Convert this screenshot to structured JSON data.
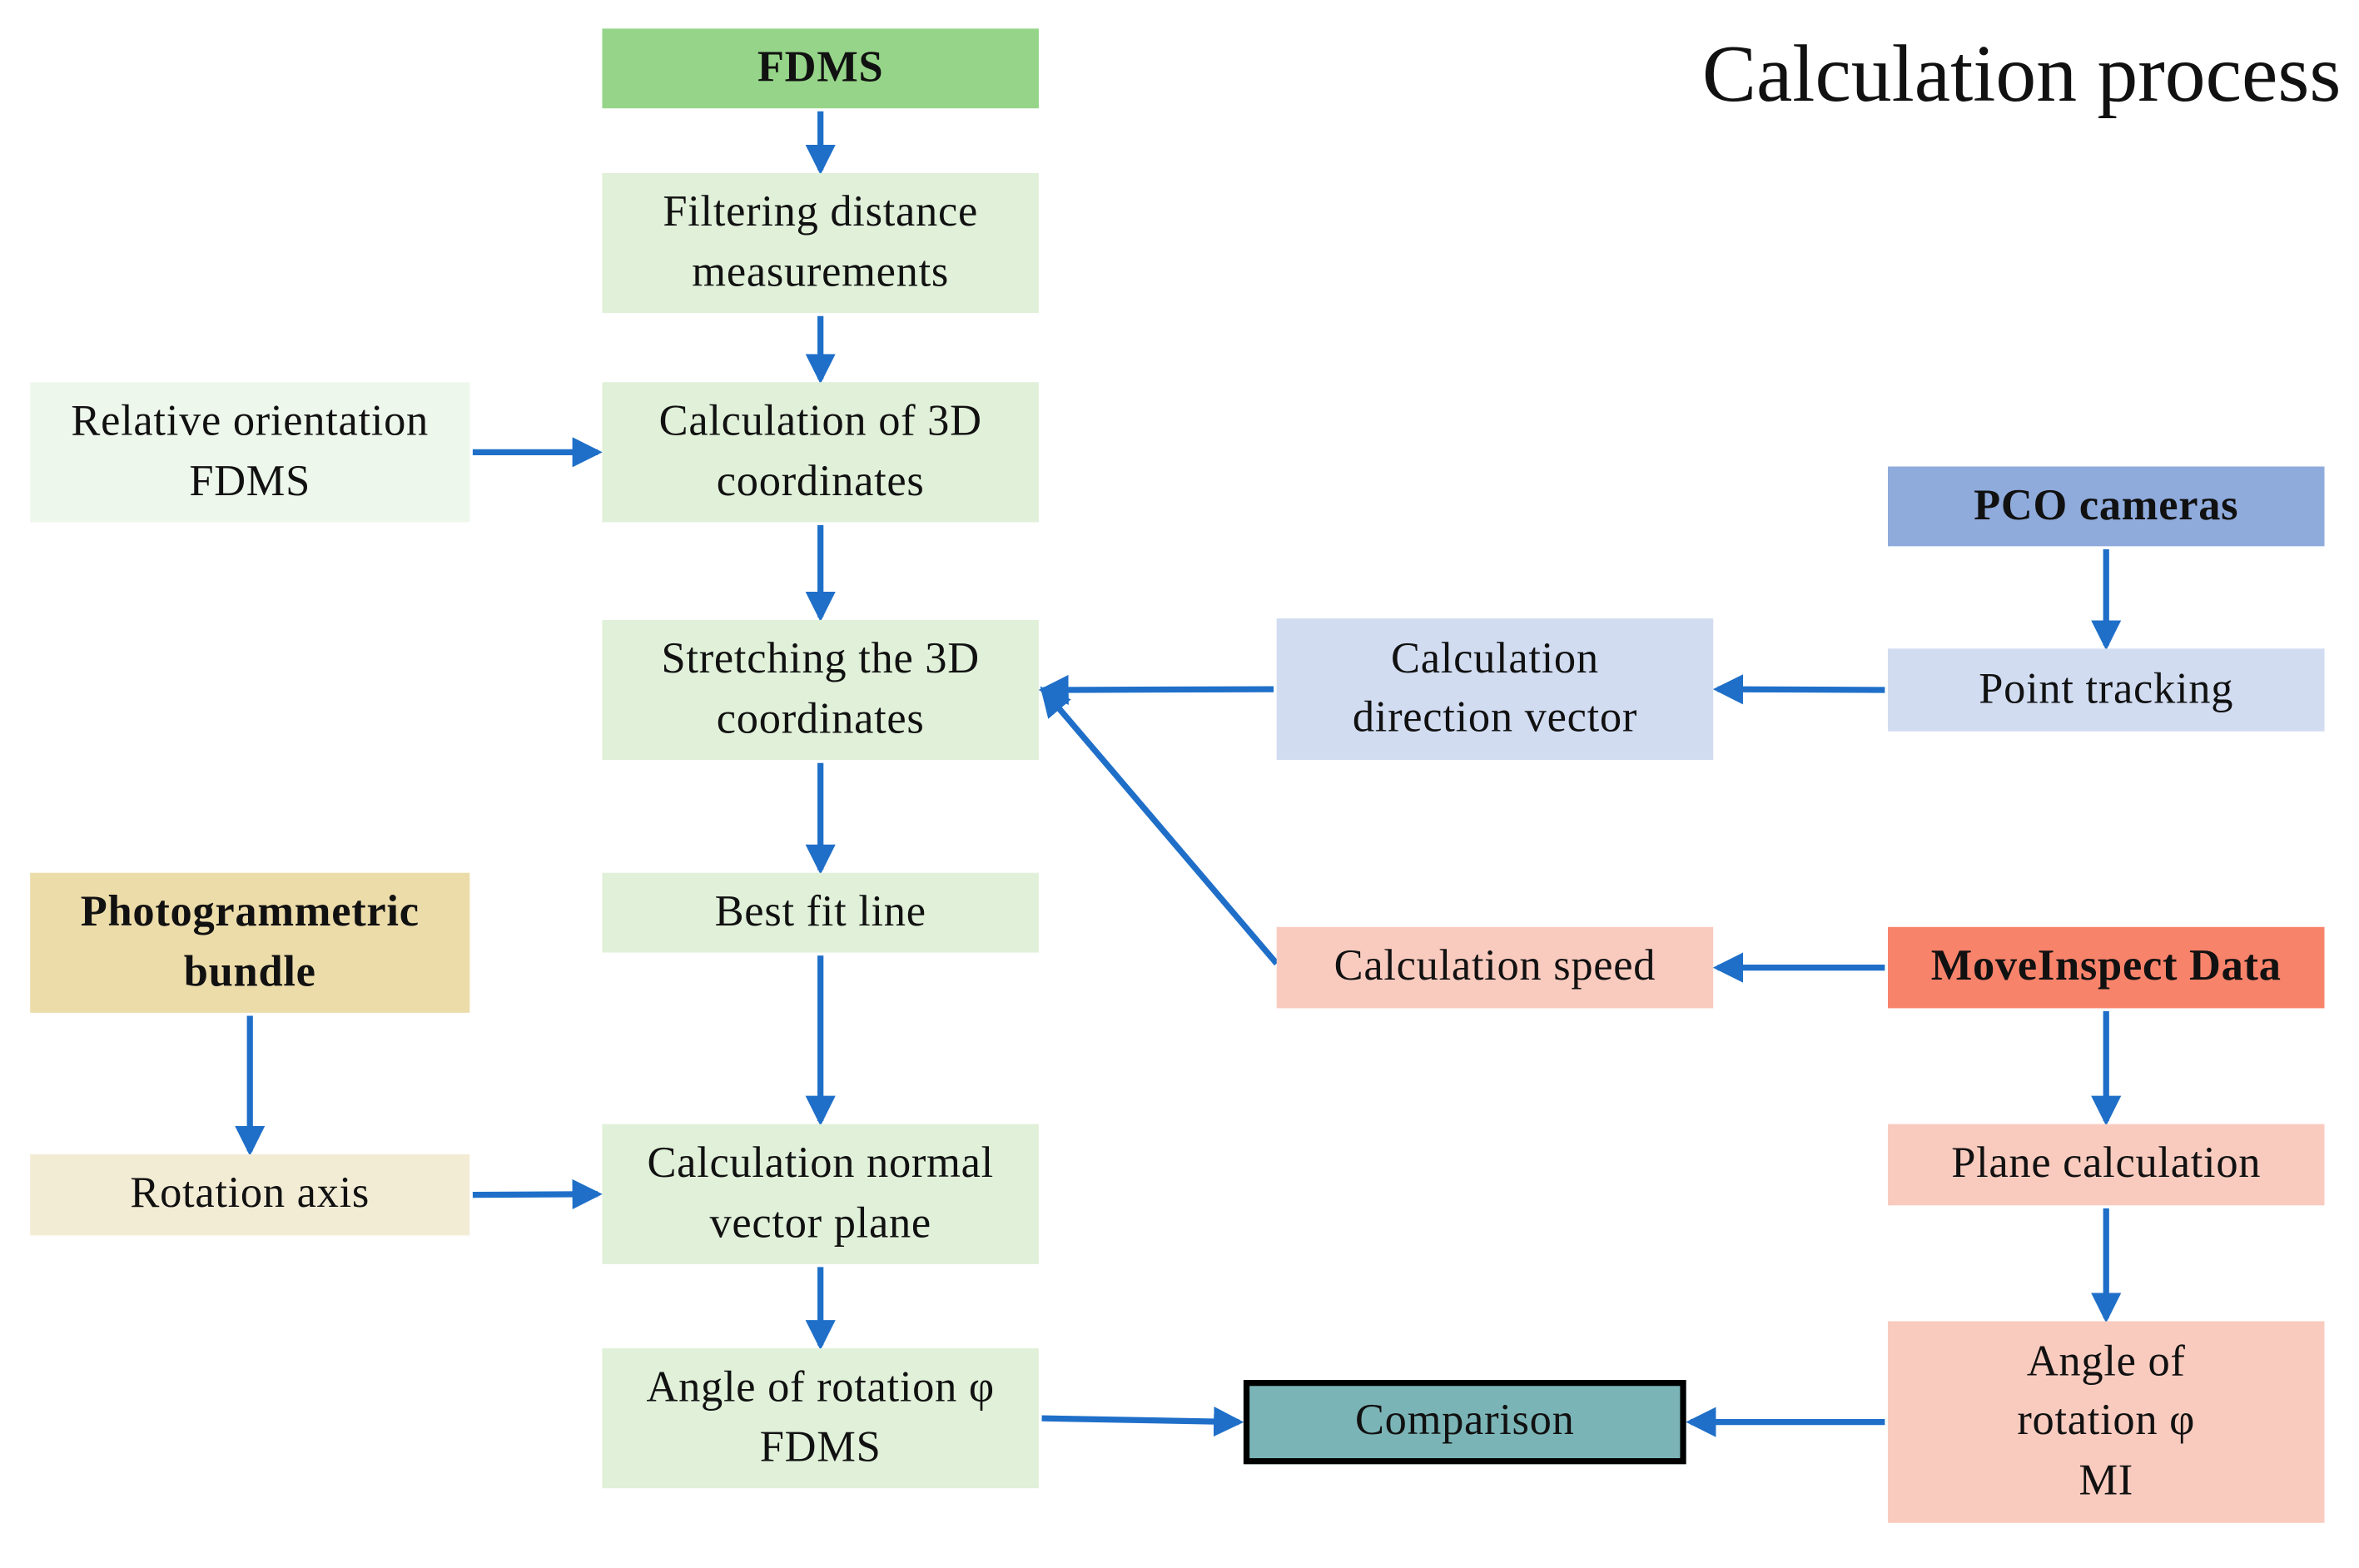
{
  "title": "Calculation process",
  "colors": {
    "arrow": "#1f6fc9",
    "header_green": "#96d589",
    "light_green": "#e0f0d9",
    "pale_green": "#eef7ec",
    "tan_header": "#ecdcaa",
    "tan_light": "#f3ecd5",
    "header_blue": "#8fabdc",
    "light_blue": "#d1dcf1",
    "header_salmon": "#f8836b",
    "light_salmon": "#f9cbbf",
    "teal": "#7bb4b6"
  },
  "nodes": {
    "fdms": {
      "label": "FDMS",
      "color": "header_green"
    },
    "filtering": {
      "label": "Filtering distance\nmeasurements",
      "color": "light_green"
    },
    "calc3d": {
      "label": "Calculation of 3D\ncoordinates",
      "color": "light_green"
    },
    "relative": {
      "label": "Relative orientation\nFDMS",
      "color": "pale_green"
    },
    "stretching": {
      "label": "Stretching the 3D\ncoordinates",
      "color": "light_green"
    },
    "bestfit": {
      "label": "Best fit line",
      "color": "light_green"
    },
    "normal": {
      "label": "Calculation normal\nvector plane",
      "color": "light_green"
    },
    "angle_fdms": {
      "label": "Angle of rotation φ\nFDMS",
      "color": "light_green"
    },
    "photo": {
      "label": "Photogrammetric\nbundle",
      "color": "tan_header"
    },
    "rotation": {
      "label": "Rotation axis",
      "color": "tan_light"
    },
    "pco": {
      "label": "PCO cameras",
      "color": "header_blue"
    },
    "tracking": {
      "label": "Point tracking",
      "color": "light_blue"
    },
    "direction": {
      "label": "Calculation\ndirection vector",
      "color": "light_blue"
    },
    "moveinspect": {
      "label": "MoveInspect Data",
      "color": "header_salmon"
    },
    "speed": {
      "label": "Calculation speed",
      "color": "light_salmon"
    },
    "plane": {
      "label": "Plane calculation",
      "color": "light_salmon"
    },
    "angle_mi": {
      "label": "Angle of\nrotation φ\nMI",
      "color": "light_salmon"
    },
    "comparison": {
      "label": "Comparison",
      "color": "teal"
    }
  },
  "edges": [
    {
      "from": "fdms",
      "to": "filtering"
    },
    {
      "from": "filtering",
      "to": "calc3d"
    },
    {
      "from": "relative",
      "to": "calc3d"
    },
    {
      "from": "calc3d",
      "to": "stretching"
    },
    {
      "from": "stretching",
      "to": "bestfit"
    },
    {
      "from": "bestfit",
      "to": "normal"
    },
    {
      "from": "normal",
      "to": "angle_fdms"
    },
    {
      "from": "photo",
      "to": "rotation"
    },
    {
      "from": "rotation",
      "to": "normal"
    },
    {
      "from": "pco",
      "to": "tracking"
    },
    {
      "from": "tracking",
      "to": "direction"
    },
    {
      "from": "direction",
      "to": "stretching"
    },
    {
      "from": "moveinspect",
      "to": "speed"
    },
    {
      "from": "speed",
      "to": "stretching"
    },
    {
      "from": "moveinspect",
      "to": "plane"
    },
    {
      "from": "plane",
      "to": "angle_mi"
    },
    {
      "from": "angle_fdms",
      "to": "comparison"
    },
    {
      "from": "angle_mi",
      "to": "comparison"
    }
  ]
}
